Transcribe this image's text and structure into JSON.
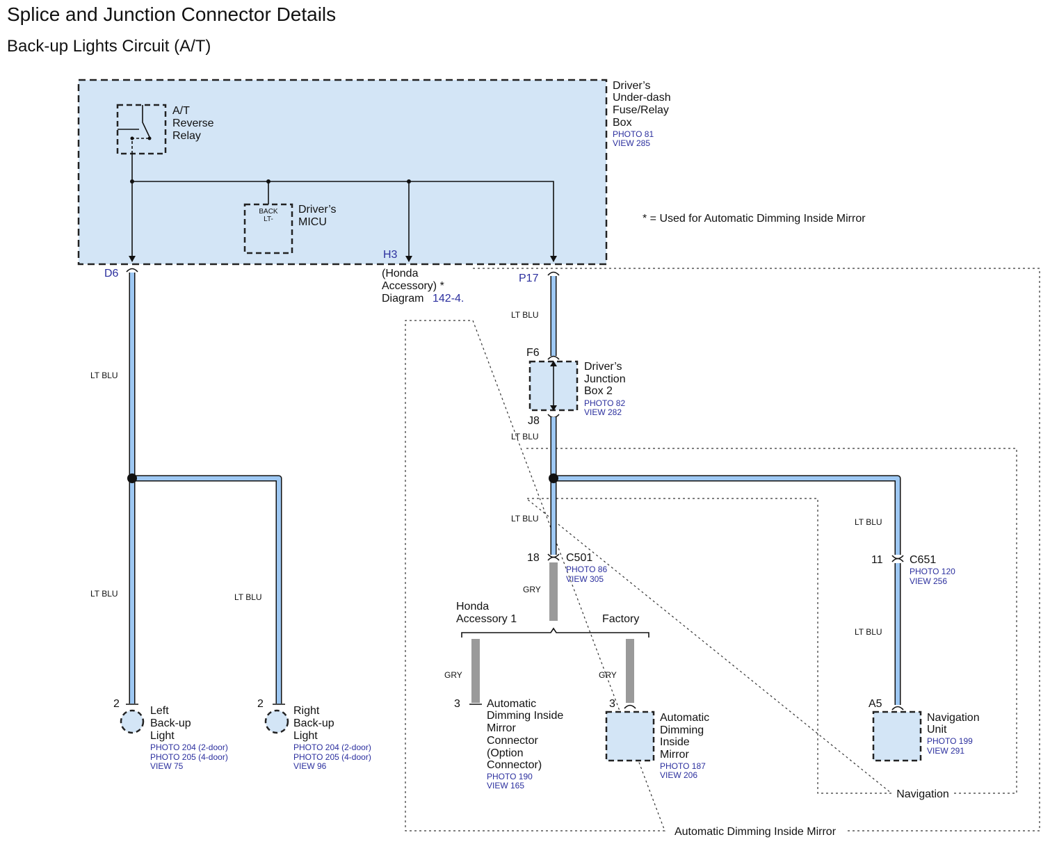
{
  "title": "Splice and Junction Connector Details",
  "subtitle": "Back-up Lights Circuit (A/T)",
  "note": "* =  Used for Automatic Dimming Inside Mirror",
  "fuse_box": {
    "name": [
      "Driver’s",
      "Under-dash",
      "Fuse/Relay",
      "Box"
    ],
    "refs": [
      "PHOTO 81",
      "VIEW 285"
    ],
    "relay": [
      "A/T",
      "Reverse",
      "Relay"
    ],
    "micu": [
      "Driver’s",
      "MICU"
    ],
    "micu_label": [
      "BACK",
      "LT-"
    ]
  },
  "terminals": {
    "d6": "D6",
    "h3": "H3",
    "p17": "P17",
    "f6": "F6",
    "j8": "J8",
    "c501_pin": "18",
    "c651_pin": "11",
    "mirror_conn_pin": "3",
    "mirror_pin": "3",
    "nav_pin": "A5",
    "left_pin": "2",
    "right_pin": "2"
  },
  "h3_note": [
    "(Honda",
    "Accessory) *",
    "Diagram"
  ],
  "h3_diagram_link": "142-4.",
  "wire_colors": {
    "d6_wire": "LT BLU",
    "left_wire": "LT BLU",
    "right_wire": "LT BLU",
    "p17_wire": "LT BLU",
    "j8_wire": "LT BLU",
    "splice_down": "LT BLU",
    "nav_upper": "LT BLU",
    "nav_lower": "LT BLU",
    "c501_gry": "GRY",
    "accessory_gry": "GRY",
    "factory_gry": "GRY"
  },
  "junction_box": {
    "name": [
      "Driver’s",
      "Junction",
      "Box 2"
    ],
    "refs": [
      "PHOTO 82",
      "VIEW 282"
    ]
  },
  "c501": {
    "name": "C501",
    "refs": [
      "PHOTO 86",
      "VIEW 305"
    ]
  },
  "c651": {
    "name": "C651",
    "refs": [
      "PHOTO 120",
      "VIEW 256"
    ]
  },
  "branches": {
    "accessory": [
      "Honda",
      "Accessory 1"
    ],
    "factory": "Factory"
  },
  "left_light": {
    "name": [
      "Left",
      "Back-up",
      "Light"
    ],
    "refs": [
      "PHOTO 204 (2-door)",
      "PHOTO 205 (4-door)",
      "VIEW 75"
    ]
  },
  "right_light": {
    "name": [
      "Right",
      "Back-up",
      "Light"
    ],
    "refs": [
      "PHOTO 204 (2-door)",
      "PHOTO 205 (4-door)",
      "VIEW 96"
    ]
  },
  "mirror_connector": {
    "name": [
      "Automatic",
      "Dimming Inside",
      "Mirror",
      "Connector",
      "(Option",
      "Connector)"
    ],
    "refs": [
      "PHOTO 190",
      "VIEW 165"
    ]
  },
  "mirror": {
    "name": [
      "Automatic",
      "Dimming",
      "Inside",
      "Mirror"
    ],
    "refs": [
      "PHOTO 187",
      "VIEW 206"
    ]
  },
  "nav_unit": {
    "name": [
      "Navigation",
      "Unit"
    ],
    "refs": [
      "PHOTO 199",
      "VIEW 291"
    ]
  },
  "regions": {
    "navigation": "Navigation",
    "mirror": "Automatic Dimming Inside Mirror"
  }
}
